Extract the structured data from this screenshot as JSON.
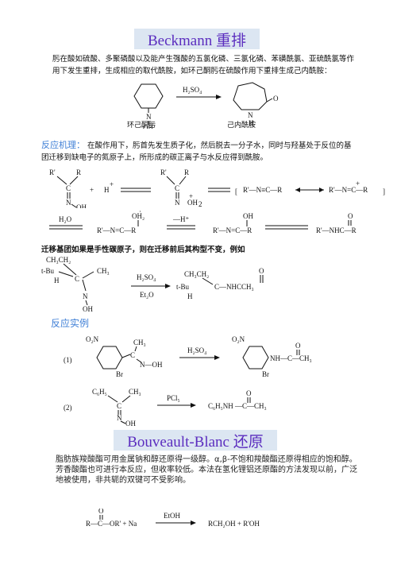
{
  "beckmann": {
    "title": "Beckmann 重排",
    "intro": "肟在酸如硫酸、多聚磷酸以及能产生强酸的五氯化磷、三氯化磷、苯磺酰氯、亚硫酰氯等作用下发生重排，生成相应的取代酰胺，如环己酮肟在硫酸作用下重排生成己内酰胺：",
    "reagent": "H₂SO₄",
    "reactant_name": "环己酮肟",
    "product_name": "己内酰胺",
    "mechanism_label": "反应机理：",
    "mechanism_text": "在酸作用下，肟首先发生质子化，然后脱去一分子水，同时与羟基处于反位的基团迁移到缺电子的氮原子上，所形成的碳正离子与水反应得到酰胺。",
    "migration_text": "迁移基团如果是手性碳原子，则在迁移前后其构型不变，例如",
    "examples_label": "反应实例",
    "ex1_label": "(1)",
    "ex2_label": "(2)",
    "ex1_reagent": "H₂SO₄",
    "ex2_reagent": "PCl₅",
    "chiral_reagent_top": "H₂SO₄",
    "chiral_reagent_bottom": "Et₂O"
  },
  "bouveault": {
    "title": "Bouveault-Blanc 还原",
    "text": "脂肪族羧酸酯可用金属钠和醇还原得一级醇。α,β-不饱和羧酸酯还原得相应的饱和醇。芳香酸酯也可进行本反应，但收率较低。本法在氢化锂铝还原酯的方法发现以前，广泛地被使用，非共轭的双键可不受影响。",
    "reagent": "EtOH",
    "equation_left": "R—C—OR'  +  Na",
    "equation_right": "RCH₂OH  +  R'OH"
  }
}
